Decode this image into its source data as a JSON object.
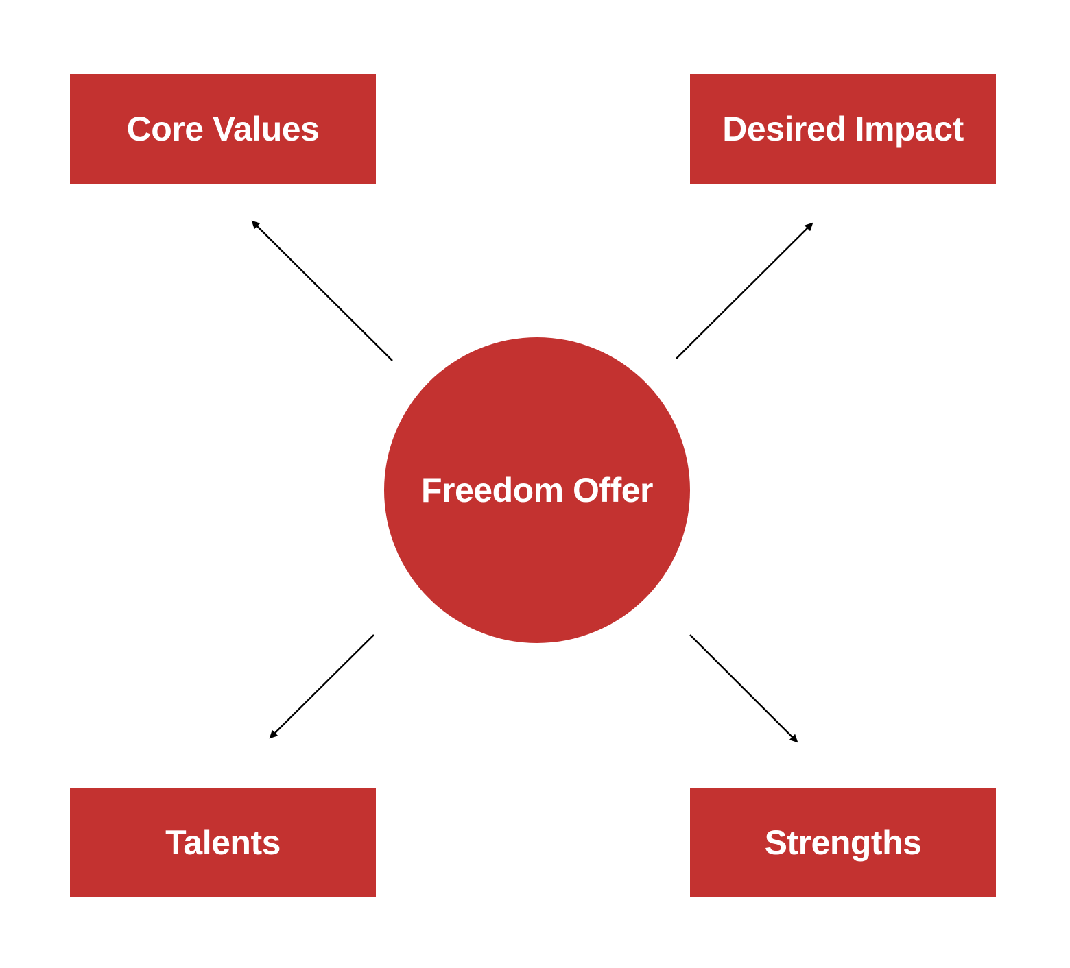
{
  "colors": {
    "node_fill": "#c33230",
    "node_text": "#ffffff",
    "arrow": "#000000",
    "background": "#ffffff"
  },
  "diagram": {
    "center": {
      "label": "Freedom Offer"
    },
    "nodes": [
      {
        "id": "core-values",
        "label": "Core Values"
      },
      {
        "id": "desired-impact",
        "label": "Desired Impact"
      },
      {
        "id": "talents",
        "label": "Talents"
      },
      {
        "id": "strengths",
        "label": "Strengths"
      }
    ]
  }
}
